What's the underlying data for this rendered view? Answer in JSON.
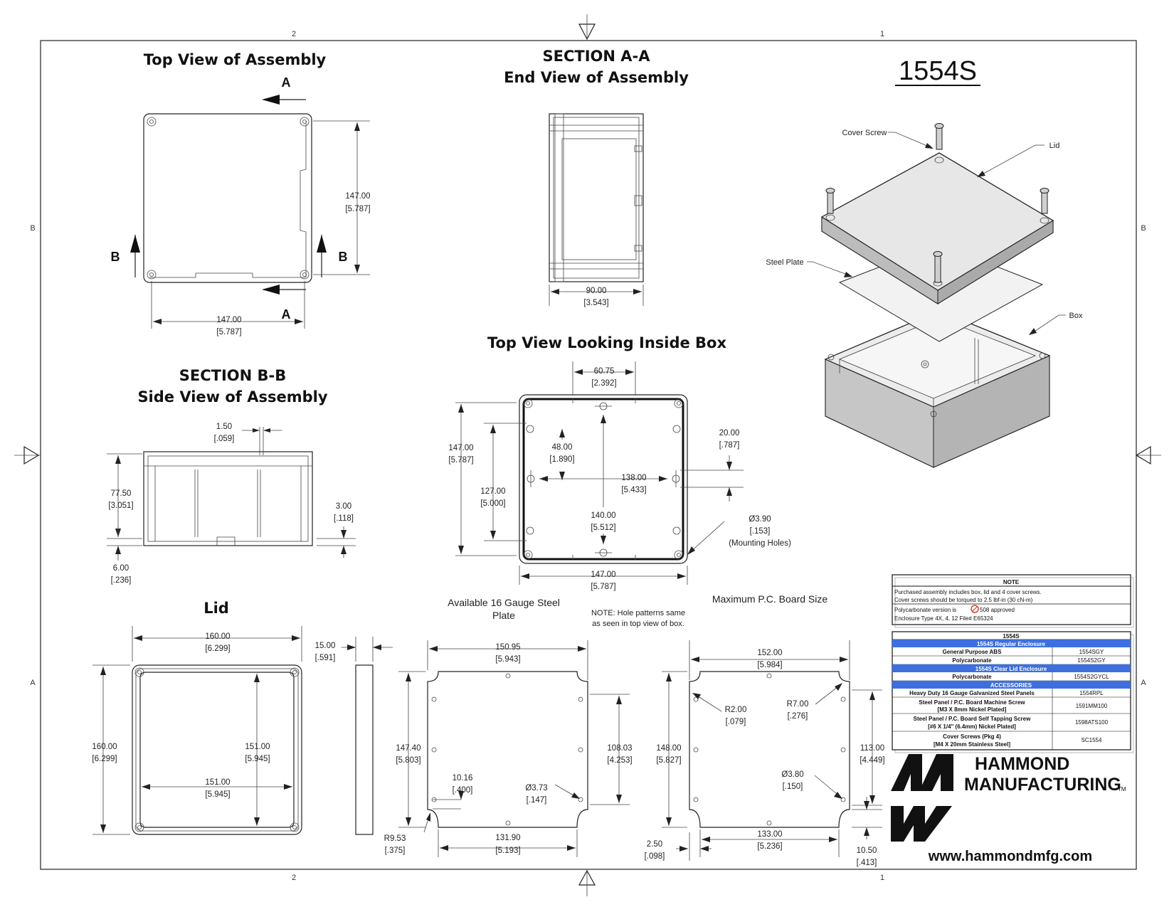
{
  "model": "1554S",
  "zones": {
    "top_left": "2",
    "top_right": "1",
    "side_top": "B",
    "side_bottom": "A"
  },
  "titles": {
    "top_view": "Top View of Assembly",
    "section_aa_1": "SECTION A-A",
    "section_aa_2": "End View of Assembly",
    "section_bb_1": "SECTION B-B",
    "section_bb_2": "Side View of Assembly",
    "inside_box": "Top View Looking Inside Box",
    "lid": "Lid",
    "steel_plate_1": "Available 16 Gauge Steel",
    "steel_plate_2": "Plate",
    "pcb": "Maximum P.C. Board Size",
    "note_1": "NOTE:  Hole patterns same",
    "note_2": "as seen in top view of box."
  },
  "section_marks": {
    "a": "A",
    "b": "B"
  },
  "callouts": {
    "cover_screw": "Cover Screw",
    "lid": "Lid",
    "steel_plate": "Steel Plate",
    "box": "Box"
  },
  "dims": {
    "tv_h_mm": "147.00",
    "tv_h_in": "[5.787]",
    "tv_w_mm": "147.00",
    "tv_w_in": "[5.787]",
    "aa_w_mm": "90.00",
    "aa_w_in": "[3.543]",
    "bb_t_mm": "1.50",
    "bb_t_in": "[.059]",
    "bb_h_mm": "77.50",
    "bb_h_in": "[3.051]",
    "bb_r_mm": "3.00",
    "bb_r_in": "[.118]",
    "bb_b_mm": "6.00",
    "bb_b_in": "[.236]",
    "ib_top_mm": "60.75",
    "ib_top_in": "[2.392]",
    "ib_h1_mm": "147.00",
    "ib_h1_in": "[5.787]",
    "ib_h2_mm": "127.00",
    "ib_h2_in": "[5.000]",
    "ib_48_mm": "48.00",
    "ib_48_in": "[1.890]",
    "ib_138_mm": "138.00",
    "ib_138_in": "[5.433]",
    "ib_140_mm": "140.00",
    "ib_140_in": "[5.512]",
    "ib_20_mm": "20.00",
    "ib_20_in": "[.787]",
    "ib_hole_mm": "Ø3.90",
    "ib_hole_in": "[.153]",
    "ib_hole_note": "(Mounting Holes)",
    "ib_w_mm": "147.00",
    "ib_w_in": "[5.787]",
    "lid_w_mm": "160.00",
    "lid_w_in": "[6.299]",
    "lid_h_mm": "160.00",
    "lid_h_in": "[6.299]",
    "lid_iw_mm": "151.00",
    "lid_iw_in": "[5.945]",
    "lid_ih_mm": "151.00",
    "lid_ih_in": "[5.945]",
    "lid_t_mm": "15.00",
    "lid_t_in": "[.591]",
    "sp_w_mm": "150.95",
    "sp_w_in": "[5.943]",
    "sp_h_mm": "147.40",
    "sp_h_in": "[5.803]",
    "sp_ih_mm": "108.03",
    "sp_ih_in": "[4.253]",
    "sp_10_mm": "10.16",
    "sp_10_in": "[.400]",
    "sp_hole_mm": "Ø3.73",
    "sp_hole_in": "[.147]",
    "sp_r_mm": "R9.53",
    "sp_r_in": "[.375]",
    "sp_bw_mm": "131.90",
    "sp_bw_in": "[5.193]",
    "pc_w_mm": "152.00",
    "pc_w_in": "[5.984]",
    "pc_r2_mm": "R2.00",
    "pc_r2_in": "[.079]",
    "pc_r7_mm": "R7.00",
    "pc_r7_in": "[.276]",
    "pc_h_mm": "148.00",
    "pc_h_in": "[5.827]",
    "pc_ih_mm": "113.00",
    "pc_ih_in": "[4.449]",
    "pc_hole_mm": "Ø3.80",
    "pc_hole_in": "[.150]",
    "pc_bw_mm": "133.00",
    "pc_bw_in": "[5.236]",
    "pc_25_mm": "2.50",
    "pc_25_in": "[.098]",
    "pc_105_mm": "10.50",
    "pc_105_in": "[.413]"
  },
  "note_box": {
    "heading": "NOTE",
    "line1": "Purchased assembly includes box, lid and 4 cover screws.",
    "line2": "Cover screws should be torqued to 2.5 lbf-in (30 cN-m)",
    "line3a": "Polycarbonate version is",
    "line3b": "508 approved",
    "line4": "Enclosure Type 4X, 4, 12  File# E65324"
  },
  "parts_table": {
    "heading": "1554S",
    "regular_heading": "1554S Regular Enclosure",
    "clear_heading": "1554S Clear Lid Enclosure",
    "accessories_heading": "ACCESSORIES",
    "rows_regular": [
      {
        "desc": "General Purpose ABS",
        "part": "1554SGY"
      },
      {
        "desc": "Polycarbonate",
        "part": "1554S2GY"
      }
    ],
    "rows_clear": [
      {
        "desc": "Polycarbonate",
        "part": "1554S2GYCL"
      }
    ],
    "rows_acc": [
      {
        "desc1": "Heavy Duty 16 Gauge Galvanized Steel Panels",
        "desc2": "",
        "part": "1554RPL"
      },
      {
        "desc1": "Steel Panel / P.C. Board Machine Screw",
        "desc2": "[M3 X 8mm Nickel Plated]",
        "part": "1591MM100"
      },
      {
        "desc1": "Steel Panel / P.C. Board Self Tapping Screw",
        "desc2": "[#6 X 1/4\" (6.4mm) Nickel Plated]",
        "part": "1598ATS100"
      },
      {
        "desc1": "Cover Screws (Pkg 4)",
        "desc2": "[M4 X 20mm Stainless Steel]",
        "part": "SC1554"
      }
    ],
    "header_color": "#3d6fe0"
  },
  "brand": {
    "line1": "HAMMOND",
    "line2": "MANUFACTURING",
    "tm": "TM",
    "url": "www.hammondmfg.com"
  }
}
